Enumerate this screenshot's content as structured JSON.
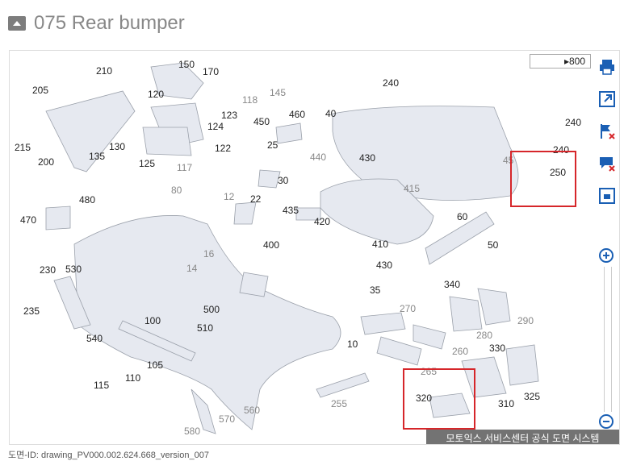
{
  "header": {
    "title": "075 Rear bumper"
  },
  "viewer": {
    "goto_label": "800",
    "labels": [
      {
        "text": "210",
        "grey": false
      },
      {
        "text": "150",
        "grey": false
      },
      {
        "text": "170",
        "grey": false
      },
      {
        "text": "205",
        "grey": false
      },
      {
        "text": "120",
        "grey": false
      },
      {
        "text": "118",
        "grey": true
      },
      {
        "text": "145",
        "grey": true
      },
      {
        "text": "240",
        "grey": false
      },
      {
        "text": "240",
        "grey": false
      },
      {
        "text": "40",
        "grey": false
      },
      {
        "text": "460",
        "grey": false
      },
      {
        "text": "123",
        "grey": false
      },
      {
        "text": "124",
        "grey": false
      },
      {
        "text": "450",
        "grey": false
      },
      {
        "text": "215",
        "grey": false
      },
      {
        "text": "130",
        "grey": false
      },
      {
        "text": "135",
        "grey": false
      },
      {
        "text": "122",
        "grey": false
      },
      {
        "text": "25",
        "grey": false
      },
      {
        "text": "440",
        "grey": true
      },
      {
        "text": "430",
        "grey": false
      },
      {
        "text": "240",
        "grey": false
      },
      {
        "text": "200",
        "grey": false
      },
      {
        "text": "125",
        "grey": false
      },
      {
        "text": "117",
        "grey": true
      },
      {
        "text": "45",
        "grey": true
      },
      {
        "text": "250",
        "grey": false
      },
      {
        "text": "30",
        "grey": false
      },
      {
        "text": "415",
        "grey": true
      },
      {
        "text": "80",
        "grey": true
      },
      {
        "text": "12",
        "grey": true
      },
      {
        "text": "22",
        "grey": false
      },
      {
        "text": "480",
        "grey": false
      },
      {
        "text": "435",
        "grey": false
      },
      {
        "text": "470",
        "grey": false
      },
      {
        "text": "420",
        "grey": false
      },
      {
        "text": "60",
        "grey": false
      },
      {
        "text": "400",
        "grey": false
      },
      {
        "text": "410",
        "grey": false
      },
      {
        "text": "50",
        "grey": false
      },
      {
        "text": "16",
        "grey": true
      },
      {
        "text": "14",
        "grey": true
      },
      {
        "text": "230",
        "grey": false
      },
      {
        "text": "530",
        "grey": false
      },
      {
        "text": "430",
        "grey": false
      },
      {
        "text": "340",
        "grey": false
      },
      {
        "text": "35",
        "grey": false
      },
      {
        "text": "235",
        "grey": false
      },
      {
        "text": "270",
        "grey": true
      },
      {
        "text": "500",
        "grey": false
      },
      {
        "text": "100",
        "grey": false
      },
      {
        "text": "290",
        "grey": true
      },
      {
        "text": "510",
        "grey": false
      },
      {
        "text": "280",
        "grey": true
      },
      {
        "text": "540",
        "grey": false
      },
      {
        "text": "10",
        "grey": false
      },
      {
        "text": "330",
        "grey": false
      },
      {
        "text": "260",
        "grey": true
      },
      {
        "text": "105",
        "grey": false
      },
      {
        "text": "265",
        "grey": true
      },
      {
        "text": "110",
        "grey": false
      },
      {
        "text": "115",
        "grey": false
      },
      {
        "text": "325",
        "grey": false
      },
      {
        "text": "320",
        "grey": false
      },
      {
        "text": "255",
        "grey": true
      },
      {
        "text": "310",
        "grey": false
      },
      {
        "text": "560",
        "grey": true
      },
      {
        "text": "570",
        "grey": true
      },
      {
        "text": "580",
        "grey": true
      }
    ]
  },
  "toolbar": {
    "icons": [
      "print-icon",
      "open-external-icon",
      "flag-remove-icon",
      "comment-remove-icon",
      "fit-window-icon"
    ]
  },
  "zoom": {
    "in_icon": "zoom-in-icon",
    "out_icon": "zoom-out-icon"
  },
  "watermark": "모토익스 서비스센터 공식 도면 시스템",
  "footer": "도면-ID: drawing_PV000.002.624.668_version_007",
  "colors": {
    "highlight": "#d6262a",
    "toolbar": "#1a5fb4",
    "part_fill": "#e6e9f0"
  }
}
